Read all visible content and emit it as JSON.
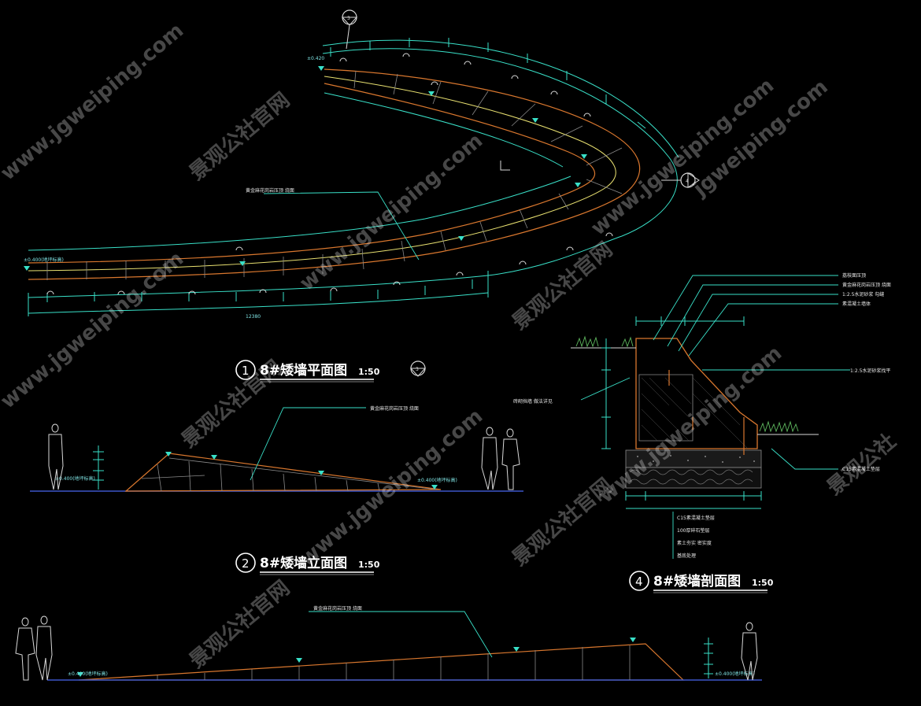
{
  "colors": {
    "background": "#000000",
    "dimension": "#39e0c8",
    "wall_edge": "#d9772e",
    "wall_cap": "#e8e070",
    "ground": "#3c56c8",
    "label": "#ffffff"
  },
  "drawings": [
    {
      "number": "1",
      "title": "8#矮墙平面图",
      "scale": "1:50"
    },
    {
      "number": "2",
      "title": "8#矮墙立面图",
      "scale": "1:50"
    },
    {
      "number": "4",
      "title": "8#矮墙剖面图",
      "scale": "1:50"
    }
  ],
  "section_markers": [
    {
      "number": "3",
      "at": "plan-top"
    },
    {
      "number": "3",
      "at": "plan-title"
    },
    {
      "number": "4",
      "at": "plan-right"
    }
  ],
  "watermarks": {
    "site": "www.jgweiping.com",
    "site_short": "jgweiping.com",
    "name_cn": "景观公社官网",
    "name_cn_short": "景观公社"
  }
}
